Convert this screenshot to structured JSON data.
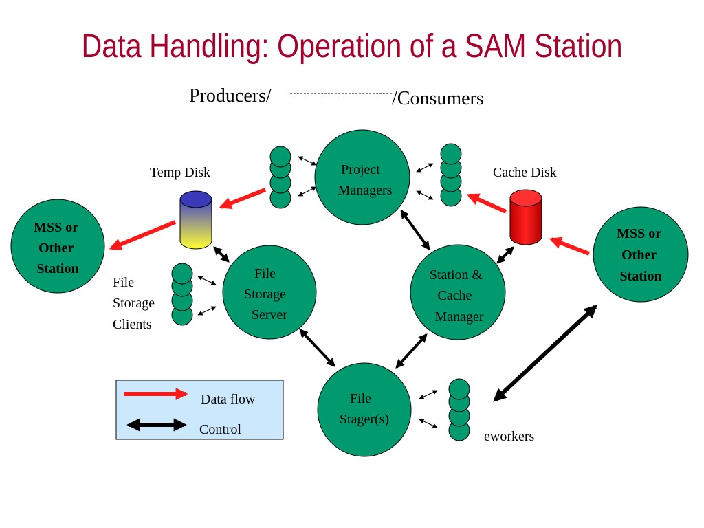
{
  "title": "Data Handling: Operation of a SAM Station",
  "subtitle": {
    "producers": "Producers/",
    "consumers": "/Consumers"
  },
  "nodes": {
    "project_managers": [
      "Project",
      "Managers"
    ],
    "file_storage_server": [
      "File",
      "Storage",
      "Server"
    ],
    "station_cache_manager": [
      "Station &",
      "Cache",
      "Manager"
    ],
    "file_stagers": [
      "File",
      "Stager(s)"
    ],
    "mss_left": [
      "MSS or",
      "Other",
      "Station"
    ],
    "mss_right": [
      "MSS or",
      "Other",
      "Station"
    ]
  },
  "labels": {
    "temp_disk": "Temp Disk",
    "cache_disk": "Cache Disk",
    "file_storage_clients": [
      "File",
      "Storage",
      "Clients"
    ],
    "eworkers": "eworkers"
  },
  "legend": {
    "data_flow": "Data flow",
    "control": "Control"
  },
  "colors": {
    "title": "#a8002c",
    "node_fill": "#009a6e",
    "data_flow": "#ff1a1a",
    "control": "#000000",
    "legend_bg": "#cce8fc",
    "cache_disk": "#e60000",
    "temp_disk_top": "#4747c8",
    "temp_disk_bottom": "#ffff33"
  }
}
